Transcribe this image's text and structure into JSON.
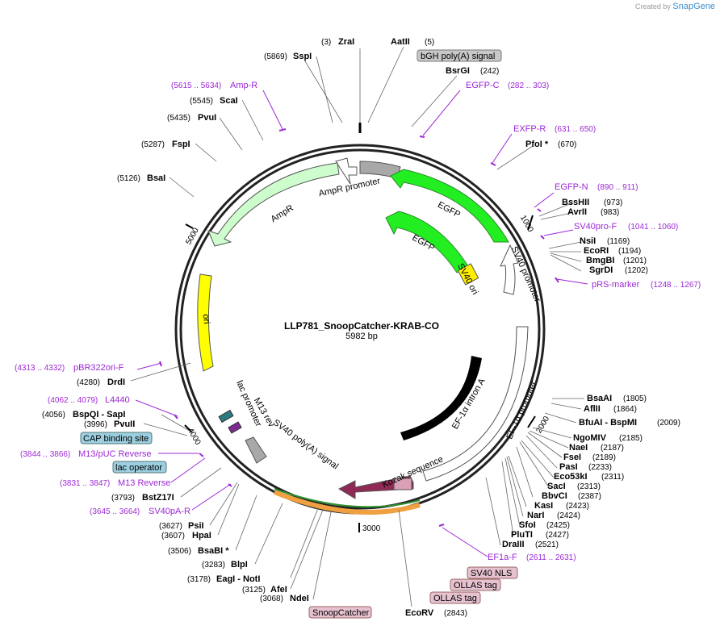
{
  "credit": {
    "prefix": "Created by",
    "brand": "SnapGene"
  },
  "plasmid": {
    "name": "LLP781_SnoopCatcher-KRAB-CO",
    "size_label": "5982 bp",
    "length": 5982
  },
  "ticks": [
    "1000",
    "2000",
    "3000",
    "4000",
    "5000"
  ],
  "enzymes": [
    {
      "name": "ZraI",
      "pos": "(3)"
    },
    {
      "name": "AatII",
      "pos": "(5)"
    },
    {
      "name": "BsrGI",
      "pos": "(242)"
    },
    {
      "name": "PfoI *",
      "pos": "(670)"
    },
    {
      "name": "BssHII",
      "pos": "(973)"
    },
    {
      "name": "AvrII",
      "pos": "(983)"
    },
    {
      "name": "NsiI",
      "pos": "(1169)"
    },
    {
      "name": "EcoRI",
      "pos": "(1194)"
    },
    {
      "name": "BmgBI",
      "pos": "(1201)"
    },
    {
      "name": "SgrDI",
      "pos": "(1202)"
    },
    {
      "name": "BsaAI",
      "pos": "(1805)"
    },
    {
      "name": "AflII",
      "pos": "(1864)"
    },
    {
      "name": "BfuAI  -  BspMI",
      "pos": "(2009)"
    },
    {
      "name": "NgoMIV",
      "pos": "(2185)"
    },
    {
      "name": "NaeI",
      "pos": "(2187)"
    },
    {
      "name": "FseI",
      "pos": "(2189)"
    },
    {
      "name": "PasI",
      "pos": "(2233)"
    },
    {
      "name": "Eco53kI",
      "pos": "(2311)"
    },
    {
      "name": "SacI",
      "pos": "(2313)"
    },
    {
      "name": "BbvCI",
      "pos": "(2387)"
    },
    {
      "name": "KasI",
      "pos": "(2423)"
    },
    {
      "name": "NarI",
      "pos": "(2424)"
    },
    {
      "name": "SfoI",
      "pos": "(2425)"
    },
    {
      "name": "PluTI",
      "pos": "(2427)"
    },
    {
      "name": "DraIII",
      "pos": "(2521)"
    },
    {
      "name": "EcoRV",
      "pos": "(2843)"
    },
    {
      "name": "NdeI",
      "pos": "(3068)"
    },
    {
      "name": "AfeI",
      "pos": "(3125)"
    },
    {
      "name": "EagI  -  NotI",
      "pos": "(3178)"
    },
    {
      "name": "BlpI",
      "pos": "(3283)"
    },
    {
      "name": "BsaBI *",
      "pos": "(3506)"
    },
    {
      "name": "HpaI",
      "pos": "(3607)"
    },
    {
      "name": "PsiI",
      "pos": "(3627)"
    },
    {
      "name": "BstZ17I",
      "pos": "(3793)"
    },
    {
      "name": "PvuII",
      "pos": "(3996)"
    },
    {
      "name": "BspQI  -  SapI",
      "pos": "(4056)"
    },
    {
      "name": "DrdI",
      "pos": "(4280)"
    },
    {
      "name": "BsaI",
      "pos": "(5126)"
    },
    {
      "name": "FspI",
      "pos": "(5287)"
    },
    {
      "name": "PvuI",
      "pos": "(5435)"
    },
    {
      "name": "ScaI",
      "pos": "(5545)"
    },
    {
      "name": "SspI",
      "pos": "(5869)"
    }
  ],
  "primers": [
    {
      "name": "Amp-R",
      "pos": "(5615 .. 5634)"
    },
    {
      "name": "EGFP-C",
      "pos": "(282 .. 303)"
    },
    {
      "name": "EXFP-R",
      "pos": "(631 .. 650)"
    },
    {
      "name": "EGFP-N",
      "pos": "(890 .. 911)"
    },
    {
      "name": "SV40pro-F",
      "pos": "(1041 .. 1060)"
    },
    {
      "name": "pRS-marker",
      "pos": "(1248 .. 1267)"
    },
    {
      "name": "EF1a-F",
      "pos": "(2611 .. 2631)"
    },
    {
      "name": "pBR322ori-F",
      "pos": "(4313 .. 4332)"
    },
    {
      "name": "L4440",
      "pos": "(4062 .. 4079)"
    },
    {
      "name": "M13/pUC Reverse",
      "pos": "(3844 .. 3866)"
    },
    {
      "name": "M13 Reverse",
      "pos": "(3831 .. 3847)"
    },
    {
      "name": "SV40pA-R",
      "pos": "(3645 .. 3664)"
    }
  ],
  "boxed_labels": [
    {
      "name": "bGH poly(A) signal",
      "color": "#c8c8c8"
    },
    {
      "name": "CAP binding site",
      "color": "#9ccfe0"
    },
    {
      "name": "lac operator",
      "color": "#9ccfe0"
    },
    {
      "name": "SV40 NLS",
      "color": "#e6c1cf"
    },
    {
      "name": "OLLAS tag",
      "color": "#e6c1cf"
    },
    {
      "name": "OLLAS tag",
      "color": "#e6c1cf"
    },
    {
      "name": "SnoopCatcher",
      "color": "#e6c1cf"
    }
  ],
  "features": [
    {
      "name": "AmpR promoter",
      "color": "#ffffff"
    },
    {
      "name": "AmpR",
      "color": "#cdfccd"
    },
    {
      "name": "EGFP",
      "color": "#22ee22"
    },
    {
      "name": "EGFP",
      "color": "#22ee22"
    },
    {
      "name": "SV40 promoter",
      "color": "#ffffff"
    },
    {
      "name": "SV40 ori",
      "color": "#ffee00"
    },
    {
      "name": "ori",
      "color": "#ffff00"
    },
    {
      "name": "lac promoter",
      "color": "#ffffff"
    },
    {
      "name": "M13 rev",
      "color": "#ffffff"
    },
    {
      "name": "SV40 poly(A) signal",
      "color": "#a0a0a0"
    },
    {
      "name": "Kozak sequence",
      "color": "#ffffff"
    },
    {
      "name": "EF-1α intron A",
      "color": "#000000"
    },
    {
      "name": "EF-1α promoter",
      "color": "#ffffff"
    }
  ]
}
